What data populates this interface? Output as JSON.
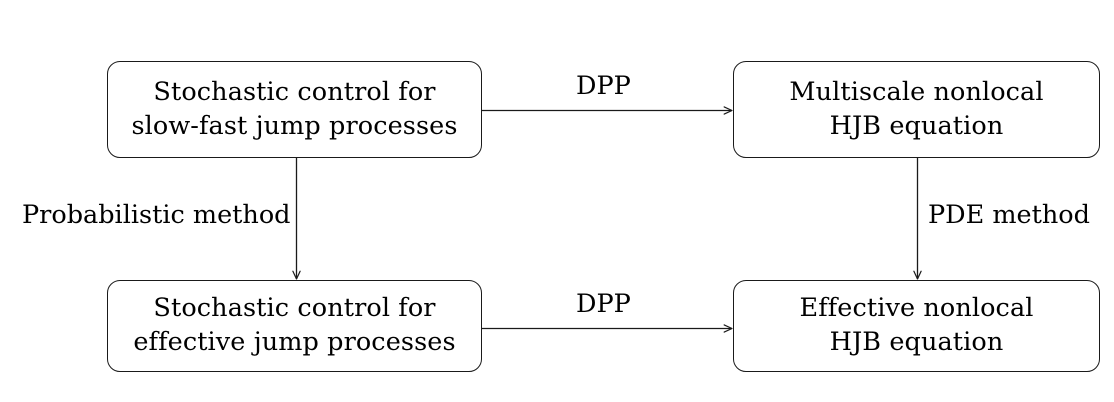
{
  "diagram": {
    "type": "flow-diagram",
    "background_color": "#ffffff",
    "line_color": "#1a1a1a",
    "text_color": "#000000",
    "nodes": [
      {
        "id": "top-left",
        "line1": "Stochastic control for",
        "line2": "slow-fast jump processes"
      },
      {
        "id": "top-right",
        "line1": "Multiscale nonlocal",
        "line2": "HJB equation"
      },
      {
        "id": "bottom-left",
        "line1": "Stochastic control for",
        "line2": "effective jump processes"
      },
      {
        "id": "bottom-right",
        "line1": "Effective nonlocal",
        "line2": "HJB equation"
      }
    ],
    "edges": [
      {
        "id": "top-horizontal",
        "label": "DPP",
        "from": "top-left",
        "to": "top-right",
        "direction": "right"
      },
      {
        "id": "bottom-horizontal",
        "label": "DPP",
        "from": "bottom-left",
        "to": "bottom-right",
        "direction": "right"
      },
      {
        "id": "left-vertical",
        "label": "Probabilistic method",
        "from": "top-left",
        "to": "bottom-left",
        "direction": "down"
      },
      {
        "id": "right-vertical",
        "label": "PDE method",
        "from": "top-right",
        "to": "bottom-right",
        "direction": "down"
      }
    ]
  }
}
